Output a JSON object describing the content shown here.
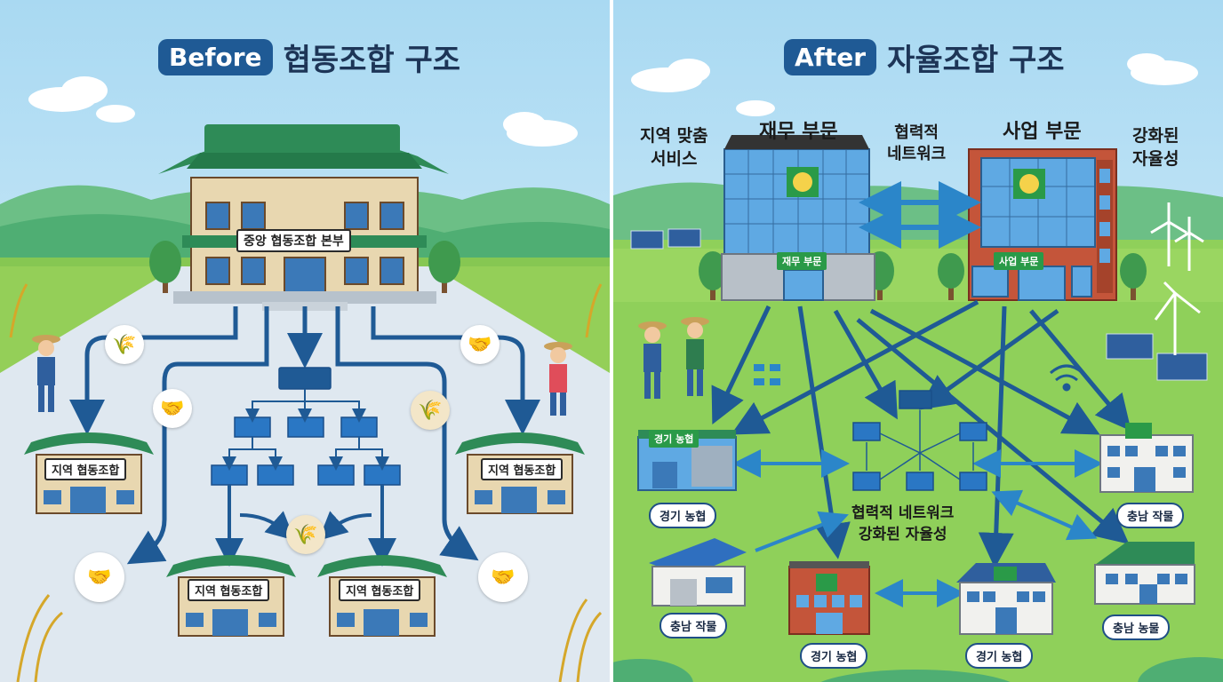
{
  "before": {
    "badge": "Before",
    "title": "협동조합 구조",
    "hq_sign": "중앙 협동조합 본부",
    "local_coop_label": "지역 협동조합",
    "icons": [
      "rice-icon",
      "handshake-icon",
      "grain-sack-icon"
    ]
  },
  "after": {
    "badge": "After",
    "title": "자율조합 구조",
    "labels": {
      "local_service": "지역 맞춤\n서비스",
      "finance_dept": "재무 부문",
      "network": "협력적\n네트워크",
      "business_dept": "사업 부문",
      "autonomy": "강화된\n자율성",
      "center_text": "협력적 네트워크\n강화된 자율성"
    },
    "building_signs": {
      "finance": "재무 부문",
      "business": "사업 부문",
      "gyeonggi_top": "경기 농협"
    },
    "nodes": [
      "경기 농협",
      "충남 작물",
      "충남 작물",
      "충남 농물",
      "경기 농협",
      "경기 농협"
    ]
  },
  "colors": {
    "sky": "#bfe3f5",
    "field": "#8fd05a",
    "road": "#dfe8f0",
    "arrow": "#1f5a95",
    "roof_green": "#2e8b57",
    "brand_blue": "#1f5a95"
  }
}
